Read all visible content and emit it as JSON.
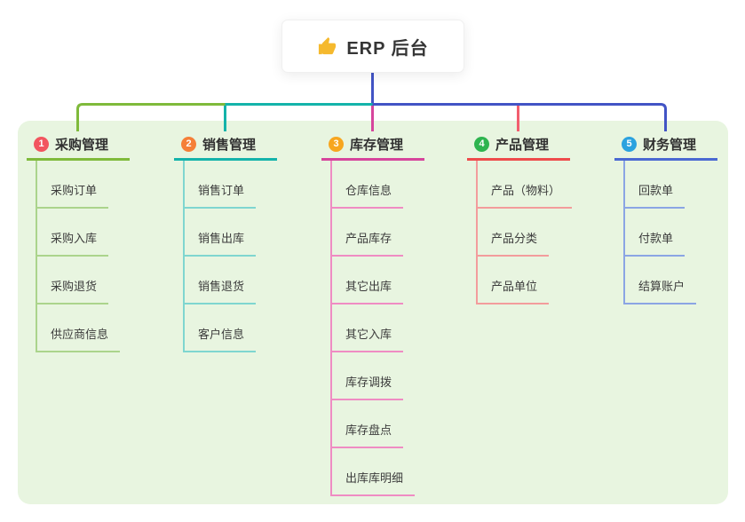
{
  "root": {
    "icon": "thumbs-up",
    "label": "ERP 后台"
  },
  "connectors": {
    "trunk": "#4254c5",
    "bus_right": "#4254c5",
    "bus_mid": "#14b3aa",
    "bus_left": "#7fba3b",
    "drop_inventory": "#d6459c",
    "drop_product": "#f25e6e"
  },
  "panel_color": "#e8f5e0",
  "branches": [
    {
      "name": "purchase",
      "index": "1",
      "label": "采购管理",
      "badge_color": "#f2555f",
      "line_color": "#7fba3b",
      "child_line_color": "#abd48c",
      "children": [
        "采购订单",
        "采购入库",
        "采购退货",
        "供应商信息"
      ]
    },
    {
      "name": "sales",
      "index": "2",
      "label": "销售管理",
      "badge_color": "#f57f38",
      "line_color": "#14b3aa",
      "child_line_color": "#7fd6d0",
      "children": [
        "销售订单",
        "销售出库",
        "销售退货",
        "客户信息"
      ]
    },
    {
      "name": "inventory",
      "index": "3",
      "label": "库存管理",
      "badge_color": "#f7a61f",
      "line_color": "#d6459c",
      "child_line_color": "#ef8cc3",
      "children": [
        "仓库信息",
        "产品库存",
        "其它出库",
        "其它入库",
        "库存调拨",
        "库存盘点",
        "出库库明细"
      ]
    },
    {
      "name": "product",
      "index": "4",
      "label": "产品管理",
      "badge_color": "#2eb44f",
      "line_color": "#ee4b4b",
      "child_line_color": "#f39c9c",
      "children": [
        "产品（物料）",
        "产品分类",
        "产品单位"
      ]
    },
    {
      "name": "finance",
      "index": "5",
      "label": "财务管理",
      "badge_color": "#2ba2df",
      "line_color": "#4a69d2",
      "child_line_color": "#8ba5e4",
      "children": [
        "回款单",
        "付款单",
        "结算账户"
      ]
    }
  ]
}
